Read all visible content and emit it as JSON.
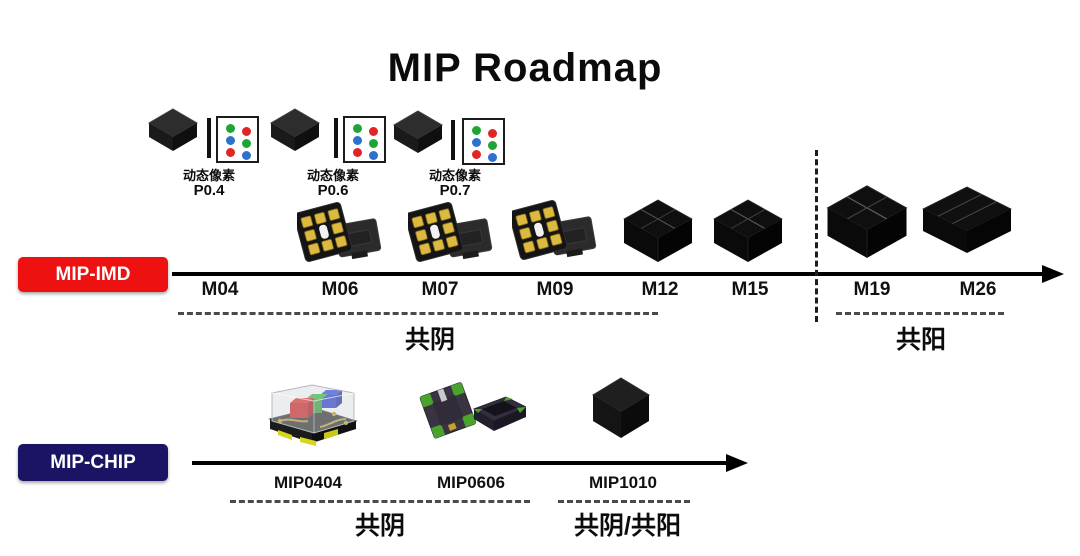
{
  "title": "MIP Roadmap",
  "colors": {
    "imd_badge": "#ee1111",
    "chip_badge": "#1b1464",
    "axis": "#000000",
    "dot_green": "#21a437",
    "dot_red": "#e02525",
    "dot_blue": "#2b72cc",
    "gold_pad": "#dcb93f"
  },
  "imd": {
    "badge": "MIP-IMD",
    "milestones": [
      "M04",
      "M06",
      "M07",
      "M09",
      "M12",
      "M15",
      "M19",
      "M26"
    ],
    "pixel_groups": [
      {
        "name": "动态像素",
        "pitch": "P0.4"
      },
      {
        "name": "动态像素",
        "pitch": "P0.6"
      },
      {
        "name": "动态像素",
        "pitch": "P0.7"
      }
    ],
    "legend_dots": [
      [
        "#21a437",
        "#e02525"
      ],
      [
        "#2b72cc",
        "#21a437"
      ],
      [
        "#e02525",
        "#2b72cc"
      ]
    ],
    "regions": [
      {
        "label": "共阴"
      },
      {
        "label": "共阳"
      }
    ]
  },
  "chip": {
    "badge": "MIP-CHIP",
    "milestones": [
      "MIP0404",
      "MIP0606",
      "MIP1010"
    ],
    "regions": [
      {
        "label": "共阴"
      },
      {
        "label": "共阴/共阳"
      }
    ]
  }
}
